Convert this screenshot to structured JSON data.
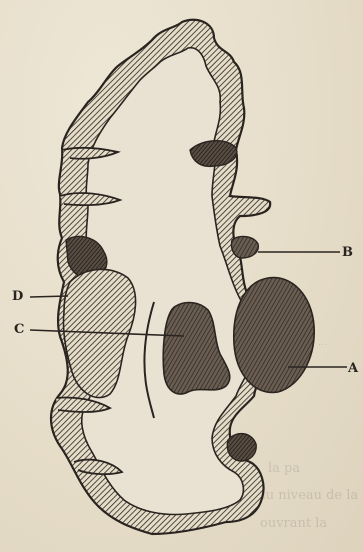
{
  "labels": {
    "a": "A",
    "b": "B",
    "c": "C",
    "d": "D"
  },
  "bleed_through": {
    "line1": "la pa",
    "line2": "au niveau de la",
    "line3": "ouvrant la"
  },
  "colors": {
    "paper": "#e7dfcd",
    "ink": "#2a2420"
  }
}
